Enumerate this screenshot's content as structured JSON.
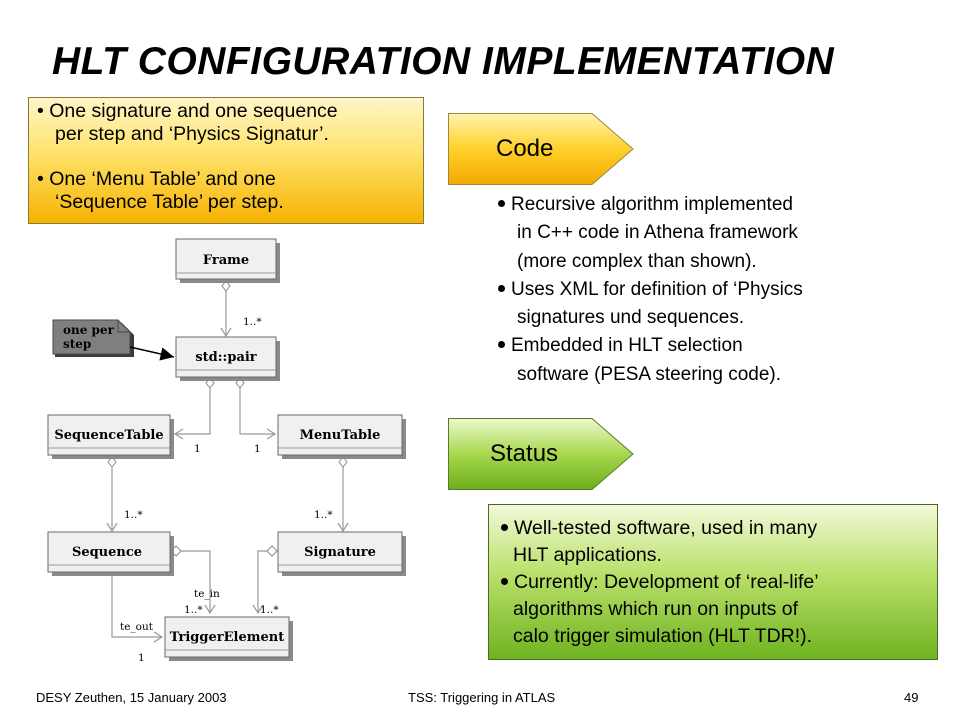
{
  "title": "HLT CONFIGURATION IMPLEMENTATION",
  "intro_box": {
    "points": [
      {
        "line1": "One signature and one sequence",
        "line2": "per step and ‘Physics Signatur’."
      },
      {
        "line1": "One ‘Menu Table’ and one",
        "line2": "‘Sequence Table’ per step."
      }
    ]
  },
  "code_tag": {
    "label": "Code"
  },
  "code_bullets": [
    {
      "line1": "Recursive algorithm implemented",
      "cont": [
        "in C++ code in Athena framework",
        "(more complex than shown)."
      ]
    },
    {
      "line1": "Uses XML for definition of ‘Physics",
      "cont": [
        "signatures und  sequences."
      ]
    },
    {
      "line1": "Embedded in HLT selection",
      "cont": [
        "software (PESA steering code)."
      ]
    }
  ],
  "status_tag": {
    "label": "Status"
  },
  "status_bullets": [
    {
      "line1": "Well-tested software, used in many",
      "cont": [
        "HLT applications."
      ]
    },
    {
      "line1": "Currently: Development of ‘real-life’",
      "cont": [
        "algorithms which run on inputs  of",
        "calo trigger simulation (HLT TDR!)."
      ]
    }
  ],
  "diagram": {
    "classes": {
      "frame": "Frame",
      "pair": "std::pair",
      "sequence_table": "SequenceTable",
      "menu_table": "MenuTable",
      "sequence": "Sequence",
      "signature": "Signature",
      "trigger_element": "TriggerElement"
    },
    "note": {
      "line1": "one per",
      "line2": "step"
    },
    "multiplicities": {
      "frame_pair": "1..*",
      "pair_seqtable": "1",
      "pair_menutable": "1",
      "seqtable_sequence": "1..*",
      "menutable_signature": "1..*",
      "te_in_seq": "1..*",
      "te_in_sig": "1..*",
      "te_out": "1"
    },
    "roles": {
      "te_in": "te_in",
      "te_out": "te_out"
    }
  },
  "footer": {
    "left": "DESY Zeuthen, 15 January 2003",
    "center": "TSS: Triggering in ATLAS",
    "page": "49"
  },
  "colors": {
    "yellow_tag": "#f9c200",
    "green_tag": "#7fbf2a",
    "class_header": "#f0f0f0",
    "note_fill": "#7f7f7f"
  }
}
